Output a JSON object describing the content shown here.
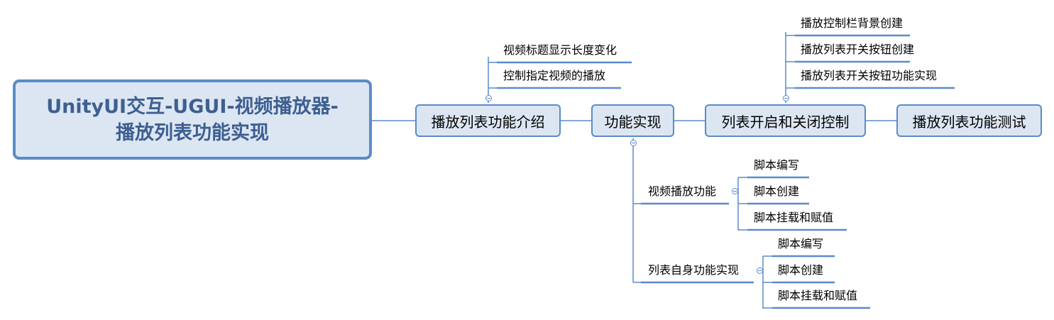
{
  "root": {
    "line1": "UnityUI交互-UGUI-视频播放器-",
    "line2": "播放列表功能实现"
  },
  "topics": {
    "intro": "播放列表功能介绍",
    "impl": "功能实现",
    "toggle": "列表开启和关闭控制",
    "test": "播放列表功能测试"
  },
  "intro_children": [
    "视频标题显示长度变化",
    "控制指定视频的播放"
  ],
  "toggle_children": [
    "播放控制栏背景创建",
    "播放列表开关按钮创建",
    "播放列表开关按钮功能实现"
  ],
  "impl_children": {
    "video": {
      "label": "视频播放功能",
      "items": [
        "脚本编写",
        "脚本创建",
        "脚本挂载和赋值"
      ]
    },
    "list": {
      "label": "列表自身功能实现",
      "items": [
        "脚本编写",
        "脚本创建",
        "脚本挂载和赋值"
      ]
    }
  },
  "colors": {
    "line": "#5b8bc9",
    "fill": "#dce6f2",
    "root_text": "#3d5f91"
  }
}
